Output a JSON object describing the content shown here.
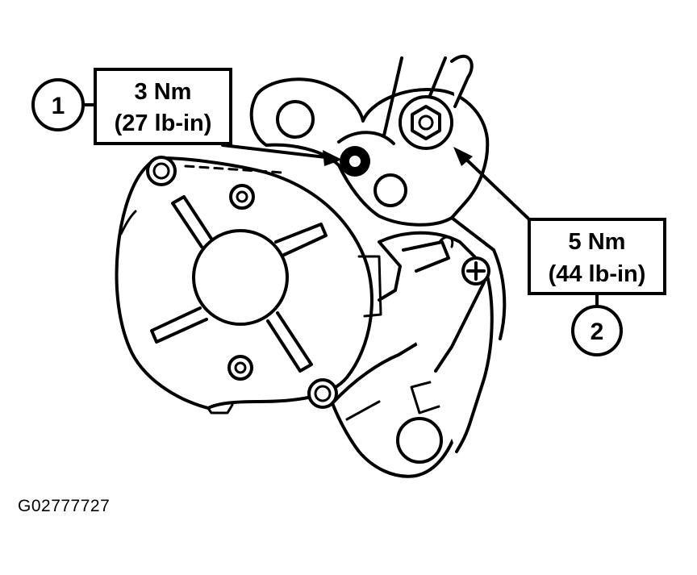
{
  "callouts": [
    {
      "number": "1",
      "torque_nm": "3 Nm",
      "torque_imperial": "(27 lb-in)"
    },
    {
      "number": "2",
      "torque_nm": "5 Nm",
      "torque_imperial": "(44 lb-in)"
    }
  ],
  "figure_id": "G02777727"
}
